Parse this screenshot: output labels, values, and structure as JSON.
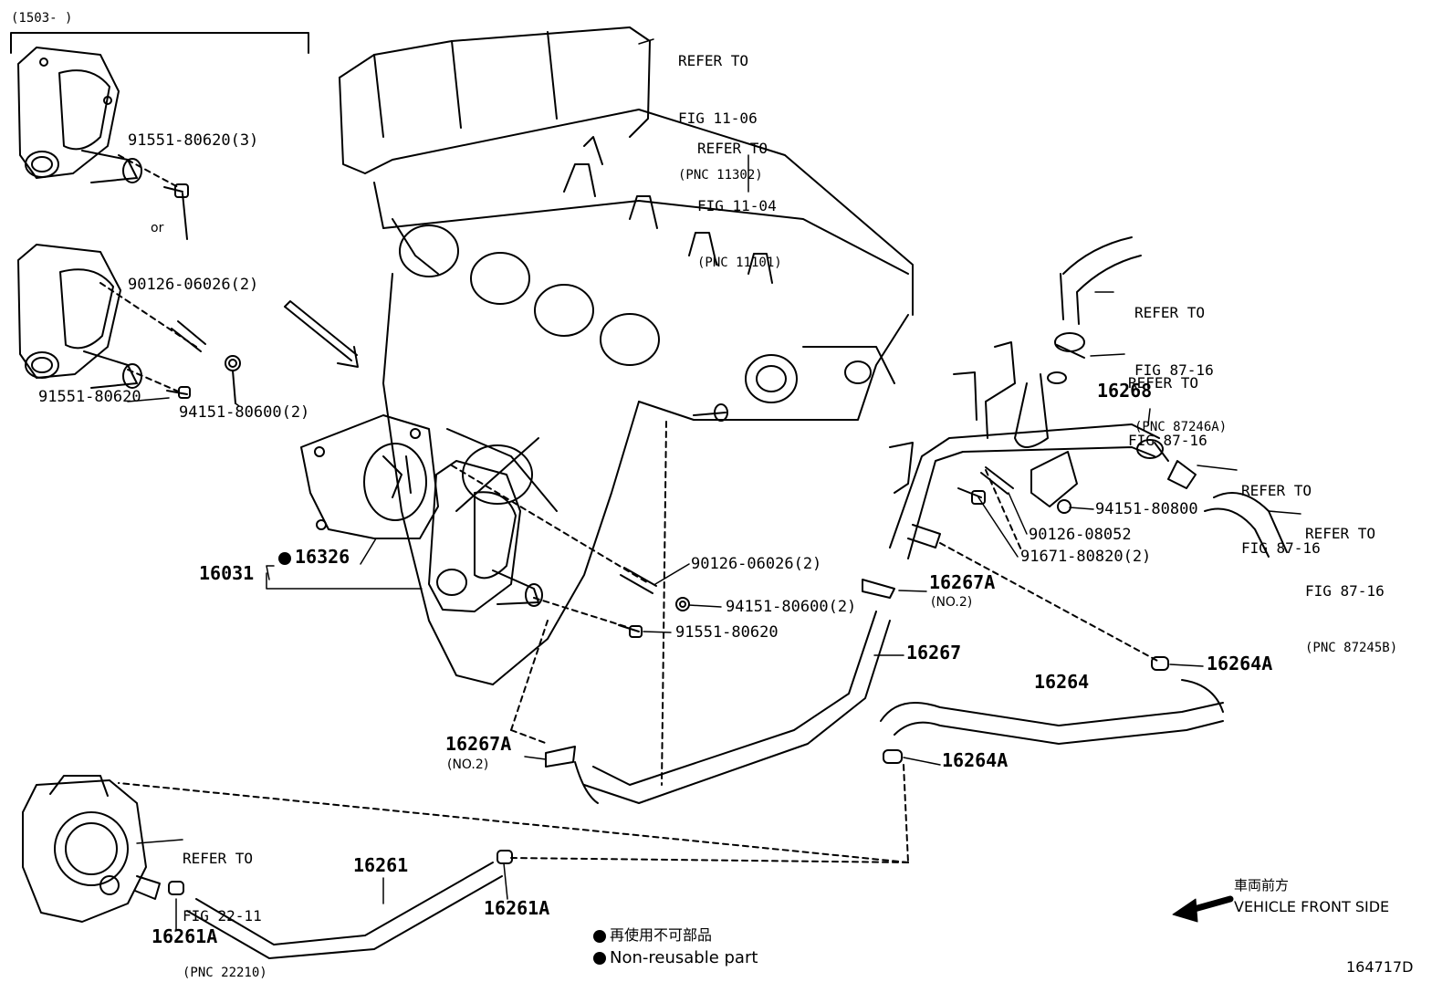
{
  "header": {
    "serial_range": "(1503-      )"
  },
  "alt_word": "or",
  "refs": [
    {
      "id": "ref-11-06",
      "line1": "REFER TO",
      "line2": "FIG 11-06",
      "line3": "(PNC 11302)"
    },
    {
      "id": "ref-11-04",
      "line1": "REFER TO",
      "line2": "FIG 11-04",
      "line3": "(PNC 11101)"
    },
    {
      "id": "ref-87-16a",
      "line1": "REFER TO",
      "line2": "FIG 87-16",
      "line3": "(PNC 87246A)"
    },
    {
      "id": "ref-87-16b",
      "line1": "REFER TO",
      "line2": "FIG 87-16"
    },
    {
      "id": "ref-87-16c",
      "line1": "REFER TO",
      "line2": "FIG 87-16"
    },
    {
      "id": "ref-87-16d",
      "line1": "REFER TO",
      "line2": "FIG 87-16",
      "line3": "(PNC 87245B)"
    },
    {
      "id": "ref-22-11",
      "line1": "REFER TO",
      "line2": "FIG 22-11",
      "line3": "(PNC 22210)"
    }
  ],
  "parts": {
    "p91551_80620_3": "91551-80620(3)",
    "p90126_06026_2_top": "90126-06026(2)",
    "p91551_80620_left": "91551-80620",
    "p94151_80600_2_left": "94151-80600(2)",
    "p16031": "16031",
    "p16326": "16326",
    "p90126_06026_2": "90126-06026(2)",
    "p94151_80600_2": "94151-80600(2)",
    "p91551_80620": "91551-80620",
    "p16268": "16268",
    "p94151_80800": "94151-80800",
    "p90126_08052": "90126-08052",
    "p91671_80820_2": "91671-80820(2)",
    "p16267A_top": "16267A",
    "p16267A_top_no": "(NO.2)",
    "p16267": "16267",
    "p16264A_top": "16264A",
    "p16264": "16264",
    "p16264A_bottom": "16264A",
    "p16267A_bottom": "16267A",
    "p16267A_bottom_no": "(NO.2)",
    "p16261": "16261",
    "p16261A_right": "16261A",
    "p16261A_left": "16261A"
  },
  "direction": {
    "jp": "車両前方",
    "en": "VEHICLE FRONT SIDE"
  },
  "legend": [
    {
      "text": "再使用不可部品"
    },
    {
      "text": "Non-reusable part"
    }
  ],
  "illustration_id": "164717D"
}
